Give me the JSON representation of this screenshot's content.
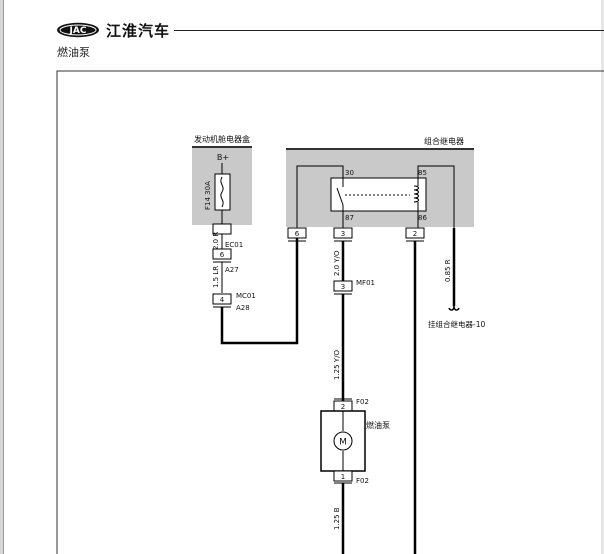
{
  "header": {
    "logo_text": "JAC",
    "brand_name": "江淮汽车",
    "page_title": "燃油泵"
  },
  "diagram": {
    "engine_box": {
      "title": "发动机舱电器盒",
      "bplus": "B+",
      "fuse": "F14 30A",
      "pin": "6"
    },
    "relay_box": {
      "title": "组合继电器",
      "pin30": "30",
      "pin85": "85",
      "pin87": "87",
      "pin86": "86",
      "conn3": "3",
      "conn2": "2"
    },
    "left_branch": {
      "wire1": "2.0 R",
      "conn1_pin": "6",
      "conn1_name": "EC01",
      "conn1_sub": "A27",
      "wire2": "1.5 LR",
      "conn2_pin": "4",
      "conn2_name": "MC01",
      "conn2_sub": "A28"
    },
    "middle_branch": {
      "wire1": "2.0 Y/O",
      "mf_pin": "3",
      "mf_name": "MF01",
      "wire2": "1.25 Y/O",
      "pump_top_pin": "2",
      "pump_top_name": "F02",
      "pump_name": "燃油泵",
      "motor": "M",
      "pump_bot_pin": "1",
      "pump_bot_name": "F02",
      "wire3": "1.25 B"
    },
    "right_branch": {
      "wire": "0.85 R",
      "destination": "挂组合继电器-10"
    },
    "colors": {
      "box_fill": "#c9c9c9",
      "wire": "#000000"
    }
  }
}
